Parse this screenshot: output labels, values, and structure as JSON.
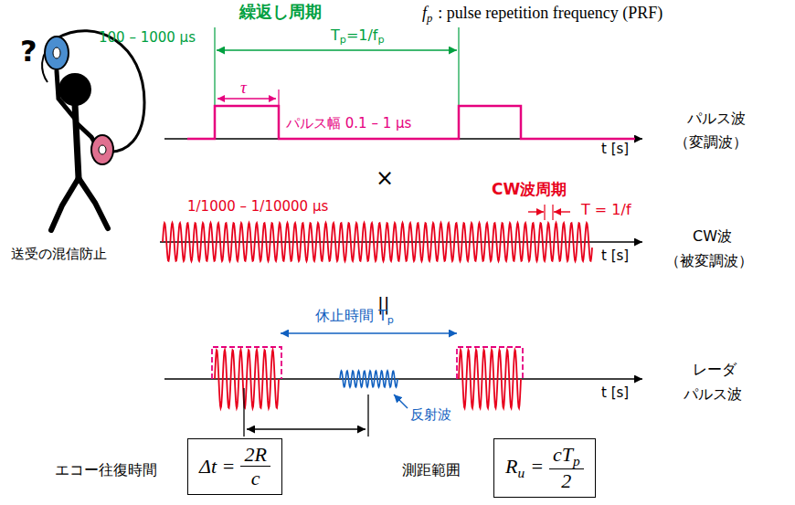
{
  "diagram": {
    "nodes": [
      {
        "text": [
          "Δt =",
          "2R",
          "c"
        ]
      },
      {
        "text": [
          "R",
          "u",
          "=",
          "cT",
          "p",
          "2"
        ]
      }
    ],
    "labels": [
      "?",
      "繰返し周期",
      "f",
      "p",
      ": pulse repetition frequency (PRF)",
      "100 – 1000 μs",
      "T",
      "p",
      "=1/f",
      "p",
      "τ",
      "パルス幅 0.1 – 1 μs",
      "t [s]",
      "パルス波",
      "（変調波）",
      "×",
      "CW波周期",
      "1/1000 – 1/10000 μs",
      "T = 1/f",
      "t [s]",
      "CW波",
      "（被変調波）",
      "送受の混信防止",
      "||",
      "休止時間 T",
      "p",
      "反射波",
      "t [s]",
      "レーダ",
      "パルス波",
      "エコー往復時間",
      "測距範囲"
    ]
  }
}
